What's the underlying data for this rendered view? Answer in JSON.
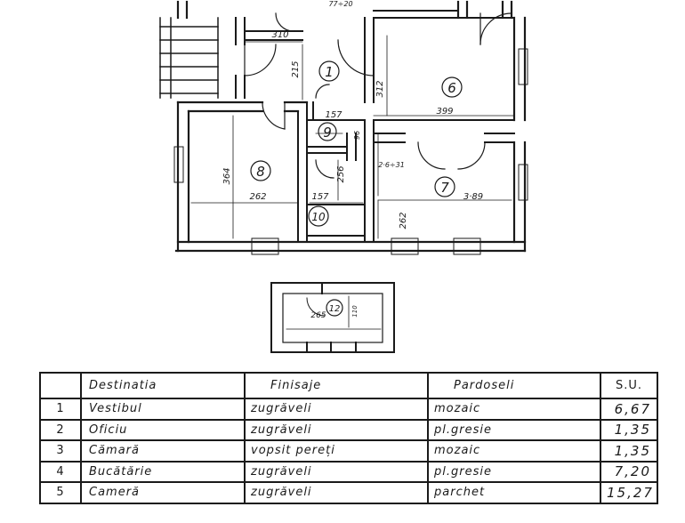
{
  "plan": {
    "rooms": [
      {
        "id": "1",
        "label": "1"
      },
      {
        "id": "6",
        "label": "6"
      },
      {
        "id": "7",
        "label": "7"
      },
      {
        "id": "8",
        "label": "8"
      },
      {
        "id": "9",
        "label": "9"
      },
      {
        "id": "10",
        "label": "10"
      },
      {
        "id": "12",
        "label": "12"
      }
    ],
    "dimensions": {
      "d_310": "310",
      "d_215": "215",
      "d_312": "312",
      "d_399": "399",
      "d_364": "364",
      "d_262a": "262",
      "d_157a": "157",
      "d_157b": "157",
      "d_256": "256",
      "d_96": "96",
      "d_389": "3·89",
      "d_262b": "262",
      "d_265": "265",
      "d_110": "110",
      "d_top": "77÷20",
      "d_side": "2·6÷31"
    }
  },
  "table": {
    "headers": {
      "nr": "",
      "destinatia": "Destinatia",
      "finisaje": "Finisaje",
      "pardoseli": "Pardoseli",
      "su": "S.U."
    },
    "rows": [
      {
        "nr": "1",
        "destinatia": "Vestibul",
        "finisaje": "zugrăveli",
        "pardoseli": "mozaic",
        "su": "6,67"
      },
      {
        "nr": "2",
        "destinatia": "Oficiu",
        "finisaje": "zugrăveli",
        "pardoseli": "pl.gresie",
        "su": "1,35"
      },
      {
        "nr": "3",
        "destinatia": "Cămară",
        "finisaje": "vopsit pereți",
        "pardoseli": "mozaic",
        "su": "1,35"
      },
      {
        "nr": "4",
        "destinatia": "Bucătărie",
        "finisaje": "zugrăveli",
        "pardoseli": "pl.gresie",
        "su": "7,20"
      },
      {
        "nr": "5",
        "destinatia": "Cameră",
        "finisaje": "zugrăveli",
        "pardoseli": "parchet",
        "su": "15,27"
      }
    ]
  }
}
